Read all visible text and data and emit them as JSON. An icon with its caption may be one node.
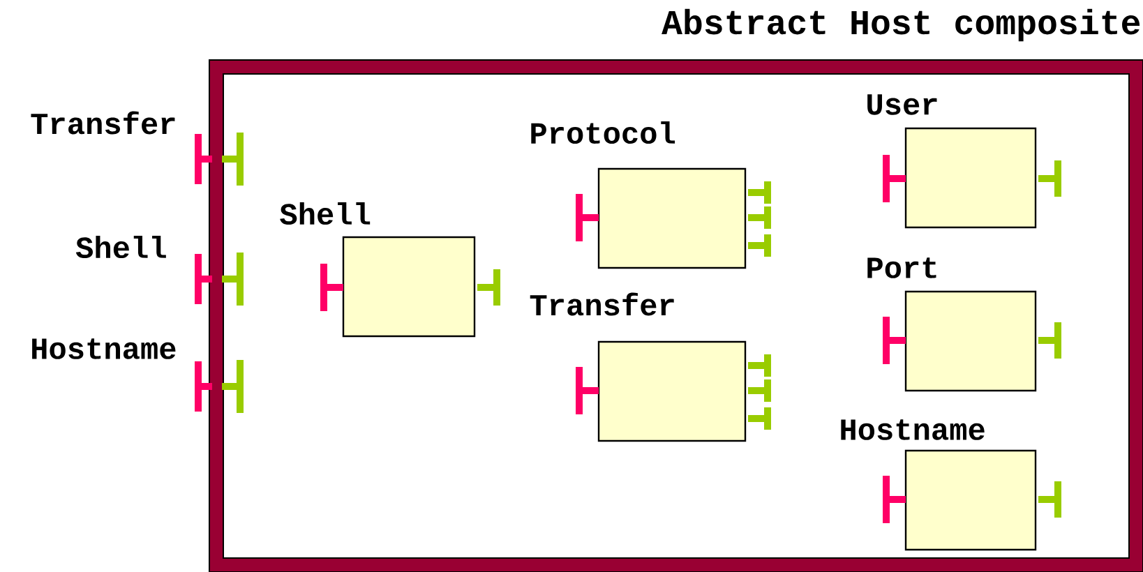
{
  "diagram": {
    "nodes": [
      {
        "text": [
          "Abstract Host composite"
        ]
      },
      {
        "text": [
          "Shell"
        ],
        "in": 0
      },
      {
        "text": [
          "Protocol"
        ],
        "in": 0
      },
      {
        "text": [
          "Transfer"
        ],
        "in": 0
      },
      {
        "text": [
          "User"
        ],
        "in": 0
      },
      {
        "text": [
          "Port"
        ],
        "in": 0
      },
      {
        "text": [
          "Hostname"
        ],
        "in": 0
      }
    ],
    "edges": [],
    "labels": [
      "Transfer",
      "Shell",
      "Hostname"
    ]
  }
}
